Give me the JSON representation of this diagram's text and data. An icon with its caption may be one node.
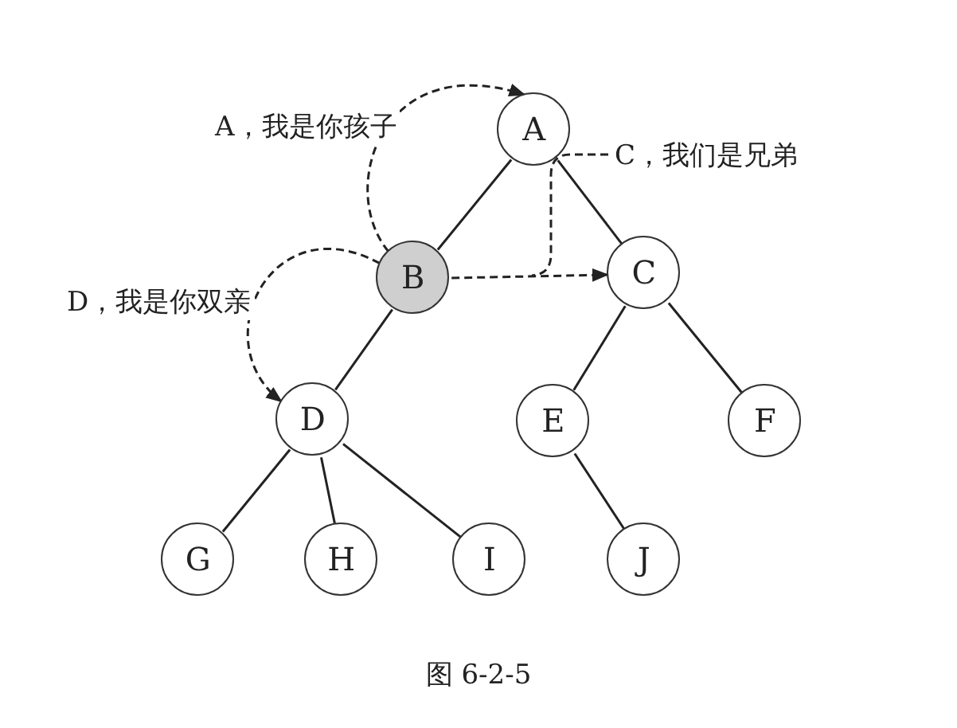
{
  "diagram": {
    "caption": "图 6-2-5",
    "nodes": [
      {
        "text": [
          "A"
        ]
      },
      {
        "text": [
          "B"
        ]
      },
      {
        "text": [
          "C"
        ]
      },
      {
        "text": [
          "D"
        ]
      },
      {
        "text": [
          "E"
        ]
      },
      {
        "text": [
          "F"
        ]
      },
      {
        "text": [
          "G"
        ]
      },
      {
        "text": [
          "H"
        ]
      },
      {
        "text": [
          "I"
        ]
      },
      {
        "text": [
          "J"
        ]
      }
    ],
    "edges": [
      {
        "from": 0,
        "to": 1,
        "arrow": "none"
      },
      {
        "from": 0,
        "to": 2,
        "arrow": "none"
      },
      {
        "from": 1,
        "to": 3,
        "arrow": "none"
      },
      {
        "from": 2,
        "to": 4,
        "arrow": "none"
      },
      {
        "from": 2,
        "to": 5,
        "arrow": "none"
      },
      {
        "from": 3,
        "to": 6,
        "arrow": "none"
      },
      {
        "from": 3,
        "to": 7,
        "arrow": "none"
      },
      {
        "from": 3,
        "to": 8,
        "arrow": "none"
      },
      {
        "from": 4,
        "to": 9,
        "arrow": "none"
      },
      {
        "from": 1,
        "to": 0,
        "arrow": "to",
        "style": "dashed",
        "label": "A，我是你孩子"
      },
      {
        "from": 1,
        "to": 2,
        "arrow": "to",
        "style": "dashed",
        "label": "C，我们是兄弟"
      },
      {
        "from": 1,
        "to": 3,
        "arrow": "to",
        "style": "dashed",
        "label": "D，我是你双亲"
      }
    ]
  }
}
